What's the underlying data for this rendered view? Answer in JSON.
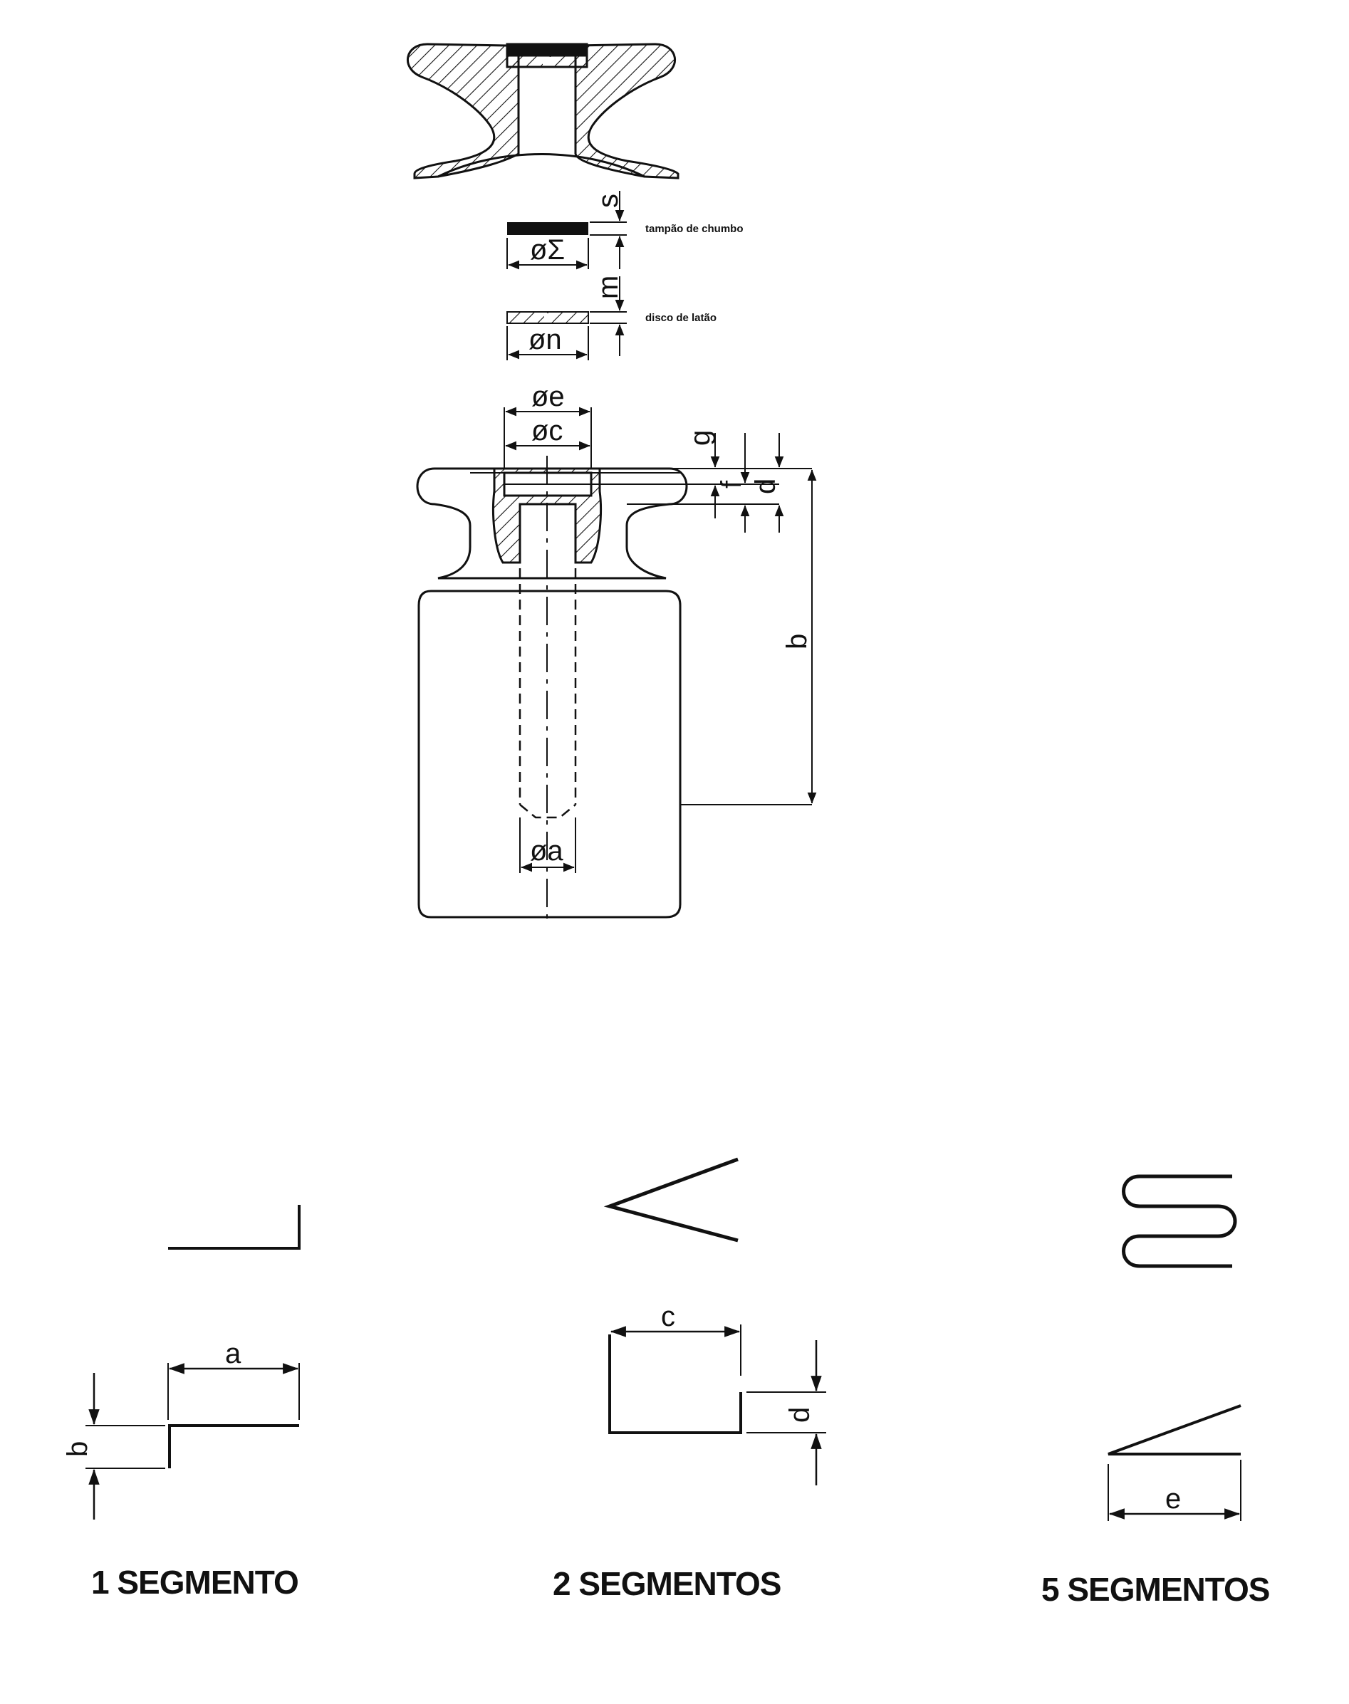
{
  "top_view": {
    "notes": {
      "lead_plug": "tampão de chumbo",
      "brass_disc": "disco de latão"
    },
    "dims": {
      "plug_diameter": "øΣ",
      "plug_thickness": "s",
      "disc_diameter": "øn",
      "disc_thickness": "m"
    }
  },
  "weight_view": {
    "dims": {
      "phi_e": "øe",
      "phi_c": "øc",
      "phi_a": "øa",
      "g": "g",
      "f": "f",
      "d": "d",
      "b": "b"
    }
  },
  "segments": {
    "one": {
      "caption": "1 SEGMENTO",
      "dim_a": "a",
      "dim_b": "b"
    },
    "two": {
      "caption": "2 SEGMENTOS",
      "dim_c": "c",
      "dim_d": "d"
    },
    "five": {
      "caption": "5 SEGMENTOS",
      "dim_e": "e"
    }
  },
  "colors": {
    "ink": "#111111",
    "background": "#ffffff"
  }
}
